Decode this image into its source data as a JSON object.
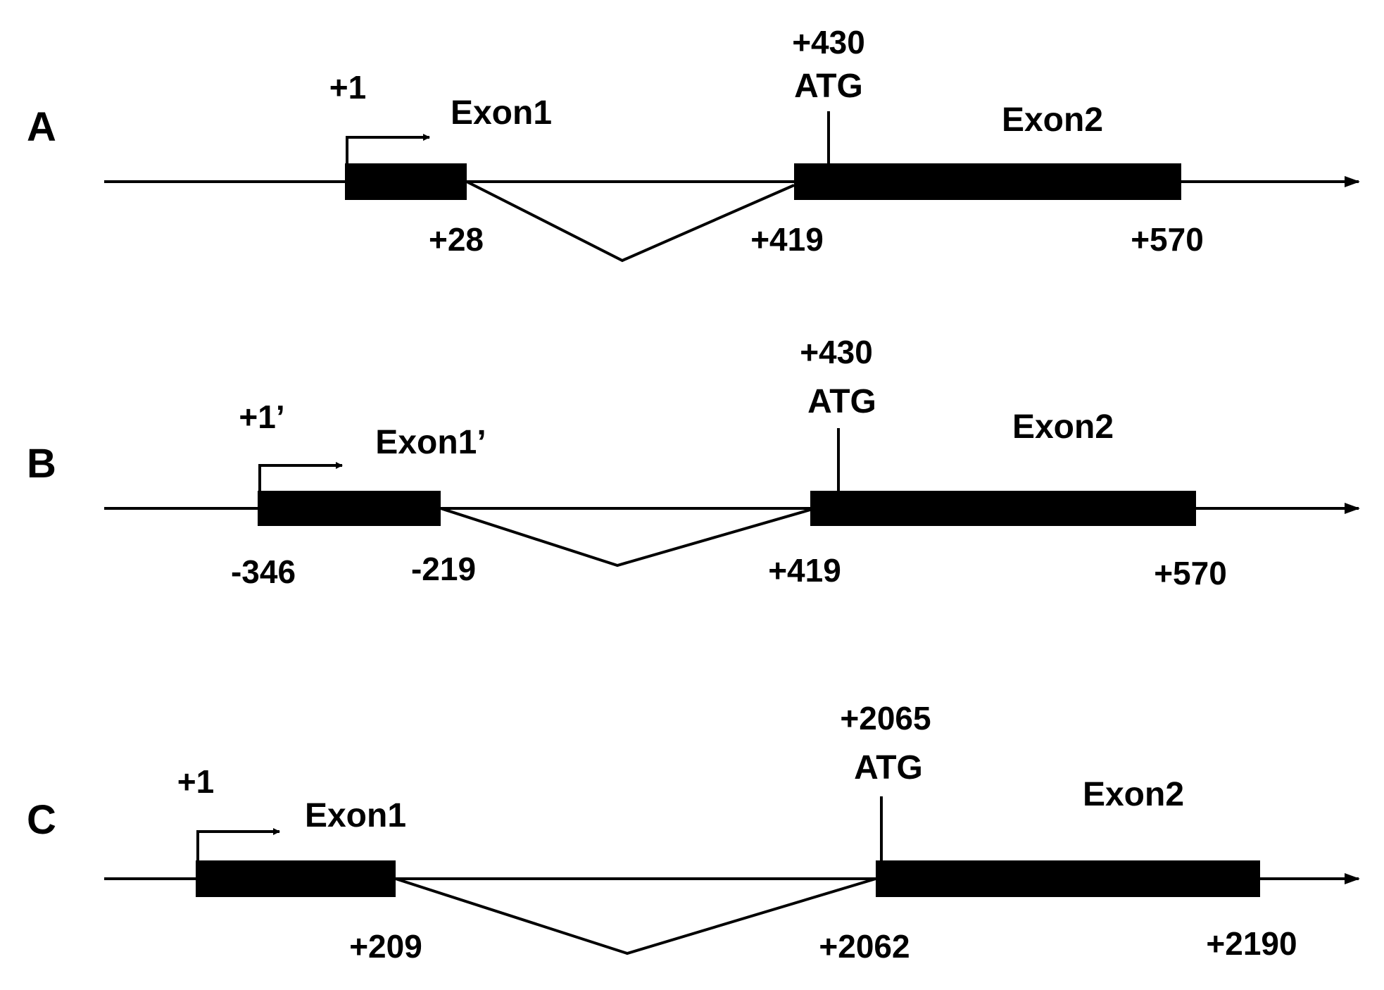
{
  "panels": [
    {
      "letter": "A",
      "tss": "+1",
      "exon1": "Exon1",
      "exon1_end": "+28",
      "atg_pos": "+430",
      "atg": "ATG",
      "exon2": "Exon2",
      "exon2_start": "+419",
      "exon2_end": "+570"
    },
    {
      "letter": "B",
      "tss": "+1’",
      "exon1": "Exon1’",
      "exon1_start": "-346",
      "exon1_end": "-219",
      "atg_pos": "+430",
      "atg": "ATG",
      "exon2": "Exon2",
      "exon2_start": "+419",
      "exon2_end": "+570"
    },
    {
      "letter": "C",
      "tss": "+1",
      "exon1": "Exon1",
      "exon1_end": "+209",
      "atg_pos": "+2065",
      "atg": "ATG",
      "exon2": "Exon2",
      "exon2_start": "+2062",
      "exon2_end": "+2190"
    }
  ]
}
